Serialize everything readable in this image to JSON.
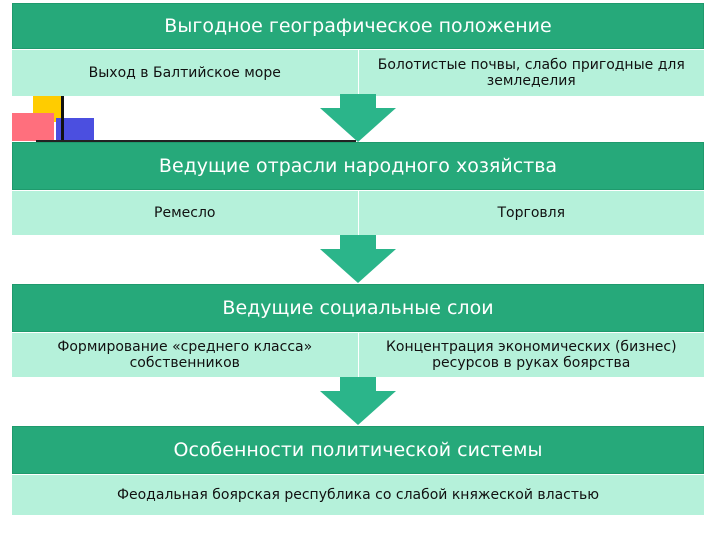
{
  "blocks": [
    {
      "title": "Выгодное географическое положение",
      "items": [
        "Выход в Балтийское море",
        "Болотистые почвы, слабо пригодные для земледелия"
      ]
    },
    {
      "title": "Ведущие отрасли народного хозяйства",
      "items": [
        "Ремесло",
        "Торговля"
      ]
    },
    {
      "title": "Ведущие социальные слои",
      "items": [
        "Формирование «среднего класса» собственников",
        "Концентрация экономических (бизнес) ресурсов в руках боярства"
      ]
    },
    {
      "title": "Особенности политической системы",
      "items": [
        "Феодальная боярская республика со слабой  княжеской властью"
      ]
    }
  ],
  "colors": {
    "header": "#26a97a",
    "row": "#b5f1da",
    "arrow": "#2bb58a"
  }
}
